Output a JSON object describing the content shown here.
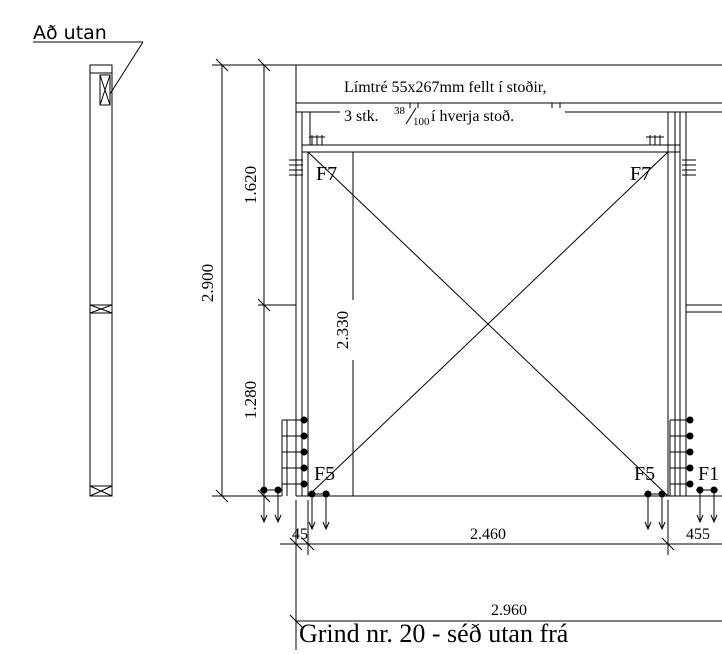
{
  "view_label": "Að utan",
  "note": {
    "line1": "Límtré 55x267mm fellt í stoðir,",
    "line2_prefix": "3 stk.",
    "fraction_num": "38",
    "fraction_den": "100",
    "line2_suffix": "í hverja stoð."
  },
  "connectors": {
    "top_left": "F7",
    "top_right": "F7",
    "bottom_left": "F5",
    "bottom_right": "F5",
    "bottom_right_edge": "F1"
  },
  "dimensions": {
    "total_height": "2.900",
    "upper_height": "1.620",
    "lower_height": "1.280",
    "inner_height": "2.330",
    "left_offset": "45",
    "inner_width": "2.460",
    "right_offset": "455",
    "total_width": "2.960"
  },
  "caption": "Grind nr. 20 - séð utan frá"
}
